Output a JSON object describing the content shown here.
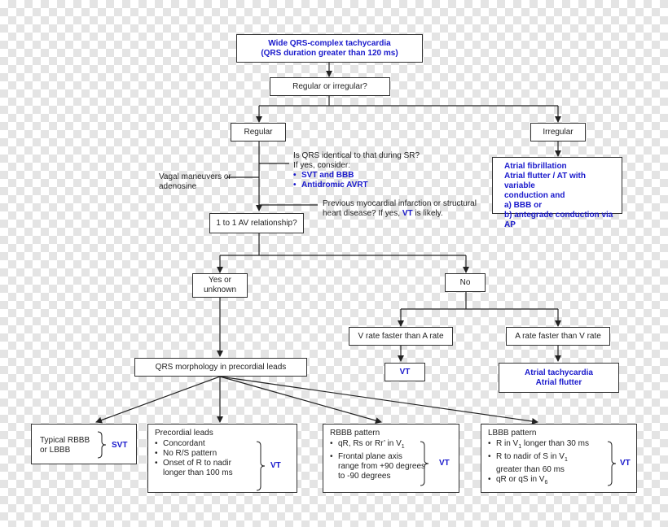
{
  "title": [
    "Wide QRS-complex tachycardia",
    "(QRS duration greater than 120 ms)"
  ],
  "q_regularity": "Regular or irregular?",
  "regular": "Regular",
  "irregular": "Irregular",
  "irregular_result": [
    "Atrial fibrillation",
    "Atrial flutter / AT with variable",
    "conduction and",
    "a)  BBB   or",
    "b)  antegrade conduction via AP"
  ],
  "identical_sr": {
    "question": "Is QRS identical to that during SR?",
    "consider": "If yes, consider:",
    "options": [
      "SVT and BBB",
      "Antidromic AVRT"
    ]
  },
  "vagal": [
    "Vagal maneuvers or",
    "adenosine"
  ],
  "previous_mi": {
    "line1": "Previous myocardial infarction or structural",
    "line2_prefix": "heart disease? If yes, ",
    "line2_vt": "VT",
    "line2_suffix": " is likely."
  },
  "av_relationship": "1 to 1 AV relationship?",
  "yes_unknown": [
    "Yes or",
    "unknown"
  ],
  "no": "No",
  "v_faster": "V rate faster than A rate",
  "a_faster": "A rate faster than V rate",
  "vt": "VT",
  "svt": "SVT",
  "atrial_result": [
    "Atrial tachycardia",
    "Atrial flutter"
  ],
  "qrs_morphology": "QRS morphology in precordial leads",
  "typical": [
    "Typical RBBB",
    "or LBBB"
  ],
  "precordial": {
    "heading": "Precordial leads",
    "items": [
      "Concordant",
      "No R/S pattern",
      "Onset of R to nadir"
    ],
    "item3_cont": "longer than 100 ms"
  },
  "rbbb": {
    "heading": "RBBB pattern",
    "item1_prefix": "qR, Rs or Rr’ in V",
    "item1_sub": "1",
    "item2": [
      "Frontal plane axis",
      "range from +90 degrees",
      "to -90 degrees"
    ]
  },
  "lbbb": {
    "heading": "LBBB pattern",
    "item1_prefix": "R in V",
    "item1_sub": "1",
    "item1_suffix": " longer than 30 ms",
    "item2_prefix": "R to nadir of S in V",
    "item2_sub": "1",
    "item2_cont": "greater than 60 ms",
    "item3_prefix": "qR or qS in V",
    "item3_sub": "6"
  },
  "colors": {
    "accent_blue": "#1a1acc",
    "line": "#222222"
  }
}
